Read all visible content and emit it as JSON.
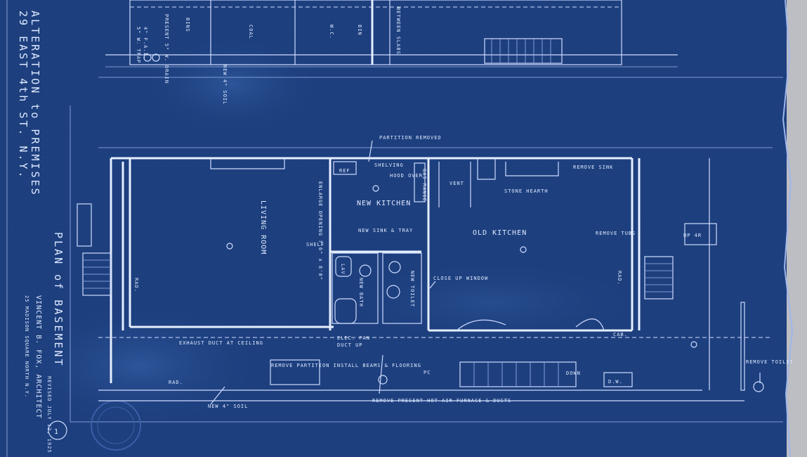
{
  "title_block": {
    "project_line1": "ALTERATION to PREMISES",
    "project_line2": "29 EAST 4th ST. N.Y.",
    "sheet_title": "PLAN of BASEMENT",
    "architect": "VINCENT B. FOX, ARCHITECT",
    "address": "25 MADISON SQUARE NORTH N.Y.",
    "revised": "REVISED JULY 12, 1925",
    "sheet_number": "1"
  },
  "top_strip": {
    "labels": [
      "5\" W. TRAP",
      "4\" F.A.I.",
      "PRESENT 5\" W. DRAIN",
      "BINS",
      "COAL",
      "W.C.",
      "BIN",
      "BETWEEN SLABS",
      "NEW 4\" SOIL"
    ]
  },
  "rooms": {
    "living_room": "LIVING ROOM",
    "new_kitchen": "NEW KITCHEN",
    "old_kitchen": "OLD KITCHEN",
    "new_bath": "NEW BATH",
    "new_toilet": "NEW TOILET"
  },
  "notes": {
    "partition_removed": "PARTITION REMOVED",
    "shelving": "SHELVING",
    "ref": "REF",
    "hood_over": "HOOD OVER",
    "gas_range": "GAS RANGE",
    "vent": "VENT",
    "stone_hearth": "STONE HEARTH",
    "remove_sink": "REMOVE SINK",
    "enlarge_opening": "ENLARGE OPENING 7'6\" x 8'0\"",
    "new_sink_tray": "NEW SINK & TRAY",
    "close_up_window": "CLOSE UP WINDOW",
    "remove_tubs": "REMOVE TUBS",
    "up_4r": "UP 4R",
    "exhaust_duct": "EXHAUST DUCT AT CEILING",
    "elec_fan": "ELEC. FAN",
    "duct_up": "DUCT UP",
    "remove_partition": "REMOVE PARTITION INSTALL BEAMS & FLOORING",
    "remove_furnace": "REMOVE PRESENT HOT AIR FURNACE & DUCTS",
    "new_soil": "NEW 4\" SOIL",
    "remove_toilet": "REMOVE TOILET",
    "rad": "RAD.",
    "dw": "D.W.",
    "down": "DOWN",
    "cab": "CAB.",
    "pc": "PC",
    "lav": "LAV",
    "shelf": "SHELF"
  },
  "colors": {
    "paper": "#1d3f7e",
    "ink": "#e6efff"
  }
}
